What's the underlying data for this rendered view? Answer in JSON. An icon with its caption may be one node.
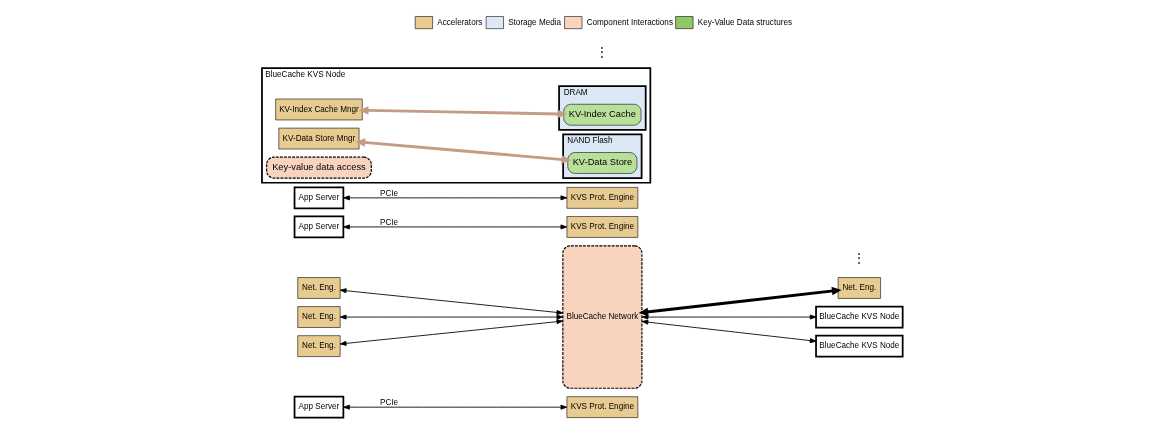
{
  "diagram": {
    "nodes": [
      {
        "text": [
          "App Server"
        ]
      },
      {
        "text": [
          "KVS Prot. Engine"
        ]
      },
      {
        "text": [
          "Net. Eng."
        ]
      },
      {
        "text": [
          "App Server"
        ]
      },
      {
        "text": [
          "KVS Prot. Engine"
        ]
      },
      {
        "text": [
          "Net. Eng."
        ]
      },
      {
        "text": [
          "App Server"
        ]
      },
      {
        "text": [
          "KVS Prot. Engine"
        ]
      },
      {
        "text": [
          "Net. Eng."
        ]
      },
      {
        "text": [
          "BlueCache Network"
        ]
      },
      {
        "text": [
          "BlueCache KVS Node"
        ]
      },
      {
        "text": [
          "Net. Eng."
        ]
      },
      {
        "text": [
          "KV-Index Cache Mngr"
        ],
        "in": 10
      },
      {
        "text": [
          "KV-Data Store Mngr"
        ],
        "in": 10
      },
      {
        "text": [
          "Key-value data access"
        ],
        "in": 10
      },
      {
        "text": [
          "DRAM"
        ],
        "in": 10
      },
      {
        "text": [
          "KV-Index Cache"
        ],
        "in": 15
      },
      {
        "text": [
          "NAND Flash"
        ],
        "in": 10
      },
      {
        "text": [
          "KV-Data Store"
        ],
        "in": 17
      },
      {
        "text": [
          "BlueCache KVS Node"
        ]
      },
      {
        "text": [
          "BlueCache KVS Node"
        ]
      }
    ],
    "edges": [
      {
        "from": 0,
        "to": 1,
        "arrow": "both",
        "label": "PCIe"
      },
      {
        "from": 3,
        "to": 4,
        "arrow": "both",
        "label": "PCIe"
      },
      {
        "from": 6,
        "to": 7,
        "arrow": "both",
        "label": "PCIe"
      },
      {
        "from": 2,
        "to": 9,
        "arrow": "both"
      },
      {
        "from": 5,
        "to": 9,
        "arrow": "both"
      },
      {
        "from": 8,
        "to": 9,
        "arrow": "both"
      },
      {
        "from": 9,
        "to": 11,
        "arrow": "both",
        "style": "thick"
      },
      {
        "from": 9,
        "to": 19,
        "arrow": "both"
      },
      {
        "from": 9,
        "to": 20,
        "arrow": "both"
      },
      {
        "from": 12,
        "to": 16,
        "arrow": "both",
        "style": "thick",
        "color": "#c49c82"
      },
      {
        "from": 13,
        "to": 18,
        "arrow": "both",
        "style": "thick",
        "color": "#c49c82"
      }
    ],
    "labels": [
      "⋮",
      "⋮"
    ],
    "legend": [
      {
        "text": "Accelerators",
        "color": "#e8cb91"
      },
      {
        "text": "Storage Media",
        "color": "#dce8f5"
      },
      {
        "text": "Component Interactions",
        "color": "#f8d3bd"
      },
      {
        "text": "Key-Value Data structures",
        "color": "#8fc864"
      }
    ]
  }
}
